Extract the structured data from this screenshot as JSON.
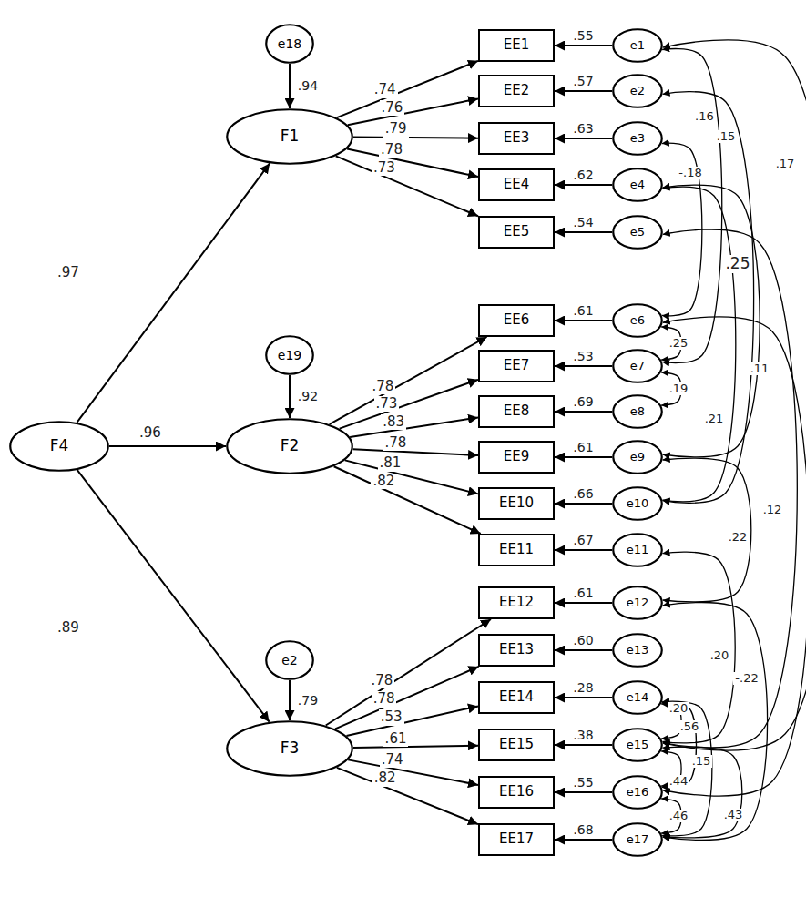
{
  "diagram": {
    "nodes": [
      {
        "text": [
          "F4"
        ]
      },
      {
        "text": [
          "e18"
        ]
      },
      {
        "text": [
          "F1"
        ]
      },
      {
        "text": [
          "e19"
        ]
      },
      {
        "text": [
          "F2"
        ]
      },
      {
        "text": [
          "e2"
        ]
      },
      {
        "text": [
          "F3"
        ]
      },
      {
        "text": [
          "EE1"
        ]
      },
      {
        "text": [
          "EE2"
        ]
      },
      {
        "text": [
          "EE3"
        ]
      },
      {
        "text": [
          "EE4"
        ]
      },
      {
        "text": [
          "EE5"
        ]
      },
      {
        "text": [
          "EE6"
        ]
      },
      {
        "text": [
          "EE7"
        ]
      },
      {
        "text": [
          "EE8"
        ]
      },
      {
        "text": [
          "EE9"
        ]
      },
      {
        "text": [
          "EE10"
        ]
      },
      {
        "text": [
          "EE11"
        ]
      },
      {
        "text": [
          "EE12"
        ]
      },
      {
        "text": [
          "EE13"
        ]
      },
      {
        "text": [
          "EE14"
        ]
      },
      {
        "text": [
          "EE15"
        ]
      },
      {
        "text": [
          "EE16"
        ]
      },
      {
        "text": [
          "EE17"
        ]
      },
      {
        "text": [
          "e1"
        ]
      },
      {
        "text": [
          "e2"
        ]
      },
      {
        "text": [
          "e3"
        ]
      },
      {
        "text": [
          "e4"
        ]
      },
      {
        "text": [
          "e5"
        ]
      },
      {
        "text": [
          "e6"
        ]
      },
      {
        "text": [
          "e7"
        ]
      },
      {
        "text": [
          "e8"
        ]
      },
      {
        "text": [
          "e9"
        ]
      },
      {
        "text": [
          "e10"
        ]
      },
      {
        "text": [
          "e11"
        ]
      },
      {
        "text": [
          "e12"
        ]
      },
      {
        "text": [
          "e13"
        ]
      },
      {
        "text": [
          "e14"
        ]
      },
      {
        "text": [
          "e15"
        ]
      },
      {
        "text": [
          "e16"
        ]
      },
      {
        "text": [
          "e17"
        ]
      }
    ],
    "edges": [
      {
        "from": 0,
        "to": 2,
        "arrow": "to",
        "label": ".97"
      },
      {
        "from": 0,
        "to": 4,
        "arrow": "to",
        "label": ".96"
      },
      {
        "from": 0,
        "to": 6,
        "arrow": "to",
        "label": ".89"
      },
      {
        "from": 1,
        "to": 2,
        "arrow": "to",
        "label": ".94"
      },
      {
        "from": 3,
        "to": 4,
        "arrow": "to",
        "label": ".92"
      },
      {
        "from": 5,
        "to": 6,
        "arrow": "to",
        "label": ".79"
      },
      {
        "from": 2,
        "to": 7,
        "arrow": "to",
        "label": ".74"
      },
      {
        "from": 2,
        "to": 8,
        "arrow": "to",
        "label": ".76"
      },
      {
        "from": 2,
        "to": 9,
        "arrow": "to",
        "label": ".79"
      },
      {
        "from": 2,
        "to": 10,
        "arrow": "to",
        "label": ".78"
      },
      {
        "from": 2,
        "to": 11,
        "arrow": "to",
        "label": ".73"
      },
      {
        "from": 4,
        "to": 12,
        "arrow": "to",
        "label": ".78"
      },
      {
        "from": 4,
        "to": 13,
        "arrow": "to",
        "label": ".73"
      },
      {
        "from": 4,
        "to": 14,
        "arrow": "to",
        "label": ".83"
      },
      {
        "from": 4,
        "to": 15,
        "arrow": "to",
        "label": ".78"
      },
      {
        "from": 4,
        "to": 16,
        "arrow": "to",
        "label": ".81"
      },
      {
        "from": 4,
        "to": 17,
        "arrow": "to",
        "label": ".82"
      },
      {
        "from": 6,
        "to": 18,
        "arrow": "to",
        "label": ".78"
      },
      {
        "from": 6,
        "to": 19,
        "arrow": "to",
        "label": ".78"
      },
      {
        "from": 6,
        "to": 20,
        "arrow": "to",
        "label": ".53"
      },
      {
        "from": 6,
        "to": 21,
        "arrow": "to",
        "label": ".61"
      },
      {
        "from": 6,
        "to": 22,
        "arrow": "to",
        "label": ".74"
      },
      {
        "from": 6,
        "to": 23,
        "arrow": "to",
        "label": ".82"
      },
      {
        "from": 24,
        "to": 7,
        "arrow": "to",
        "label": ".55"
      },
      {
        "from": 25,
        "to": 8,
        "arrow": "to",
        "label": ".57"
      },
      {
        "from": 26,
        "to": 9,
        "arrow": "to",
        "label": ".63"
      },
      {
        "from": 27,
        "to": 10,
        "arrow": "to",
        "label": ".62"
      },
      {
        "from": 28,
        "to": 11,
        "arrow": "to",
        "label": ".54"
      },
      {
        "from": 29,
        "to": 12,
        "arrow": "to",
        "label": ".61"
      },
      {
        "from": 30,
        "to": 13,
        "arrow": "to",
        "label": ".53"
      },
      {
        "from": 31,
        "to": 14,
        "arrow": "to",
        "label": ".69"
      },
      {
        "from": 32,
        "to": 15,
        "arrow": "to",
        "label": ".61"
      },
      {
        "from": 33,
        "to": 16,
        "arrow": "to",
        "label": ".66"
      },
      {
        "from": 34,
        "to": 17,
        "arrow": "to",
        "label": ".67"
      },
      {
        "from": 35,
        "to": 18,
        "arrow": "to",
        "label": ".61"
      },
      {
        "from": 36,
        "to": 19,
        "arrow": "to",
        "label": ".60"
      },
      {
        "from": 37,
        "to": 20,
        "arrow": "to",
        "label": ".28"
      },
      {
        "from": 38,
        "to": 21,
        "arrow": "to",
        "label": ".38"
      },
      {
        "from": 39,
        "to": 22,
        "arrow": "to",
        "label": ".55"
      },
      {
        "from": 40,
        "to": 23,
        "arrow": "to",
        "label": ".68"
      },
      {
        "from": 29,
        "to": 30,
        "arrow": "both",
        "label": ".25"
      },
      {
        "from": 30,
        "to": 31,
        "arrow": "both",
        "label": ".19"
      },
      {
        "from": 26,
        "to": 29,
        "arrow": "both",
        "label": "-.18"
      },
      {
        "from": 24,
        "to": 30,
        "arrow": "both",
        "label": "-.16"
      },
      {
        "from": 27,
        "to": 33,
        "arrow": "both",
        "label": ".21"
      },
      {
        "from": 25,
        "to": 33,
        "arrow": "both",
        "label": ".15"
      },
      {
        "from": 27,
        "to": 32,
        "arrow": "both",
        "label": ".25"
      },
      {
        "from": 32,
        "to": 35,
        "arrow": "both",
        "label": ".22"
      },
      {
        "from": 28,
        "to": 38,
        "arrow": "both",
        "label": ".11"
      },
      {
        "from": 29,
        "to": 39,
        "arrow": "both",
        "label": ".12"
      },
      {
        "from": 24,
        "to": 38,
        "arrow": "both",
        "label": ".17"
      },
      {
        "from": 34,
        "to": 38,
        "arrow": "both",
        "label": ".20"
      },
      {
        "from": 35,
        "to": 40,
        "arrow": "both",
        "label": "-.22"
      },
      {
        "from": 37,
        "to": 38,
        "arrow": "both",
        "label": ".20"
      },
      {
        "from": 37,
        "to": 39,
        "arrow": "both",
        "label": ".56"
      },
      {
        "from": 38,
        "to": 39,
        "arrow": "both",
        "label": ".44"
      },
      {
        "from": 37,
        "to": 40,
        "arrow": "both",
        "label": ".15"
      },
      {
        "from": 39,
        "to": 40,
        "arrow": "both",
        "label": ".46"
      },
      {
        "from": 38,
        "to": 40,
        "arrow": "both",
        "label": ".43"
      }
    ]
  }
}
